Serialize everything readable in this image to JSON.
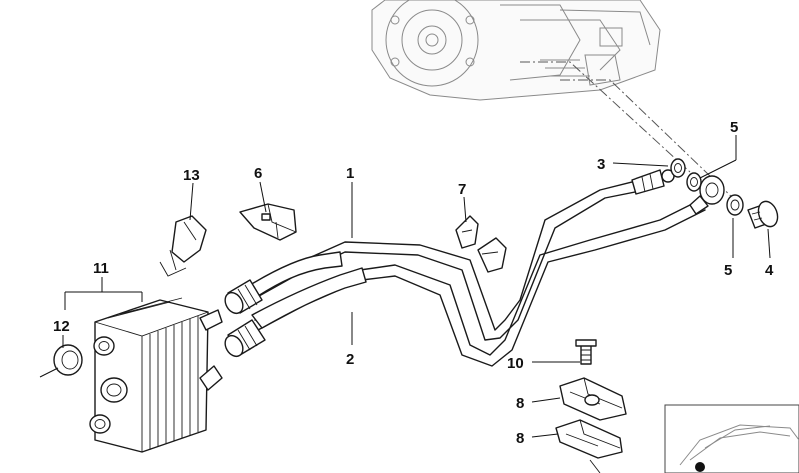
{
  "callouts": {
    "c1": "1",
    "c2": "2",
    "c3": "3",
    "c4": "4",
    "c5_top": "5",
    "c5_bottom": "5",
    "c6": "6",
    "c7": "7",
    "c8_top": "8",
    "c8_bottom": "8",
    "c10": "10",
    "c11": "11",
    "c12": "12",
    "c13": "13"
  }
}
